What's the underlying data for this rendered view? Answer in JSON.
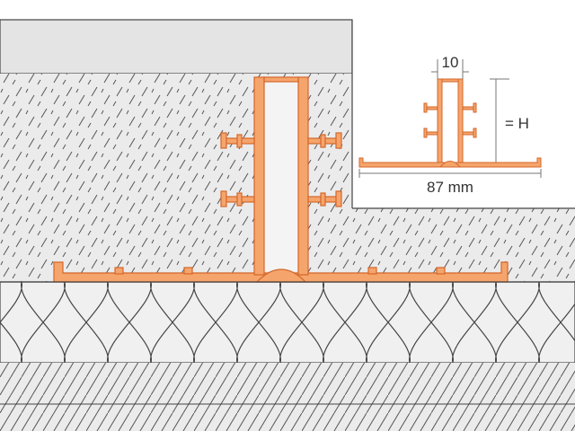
{
  "inset": {
    "width_label": "10",
    "height_label": "= H",
    "length_label": "87 mm"
  },
  "colors": {
    "profile_fill": "#f5a56c",
    "profile_stroke": "#d4662a",
    "screed_fill": "#ebebeb",
    "upper_layer_fill": "#e4e4e4",
    "insulation_fill": "#f0f0f0",
    "line": "#444444",
    "background": "#ffffff"
  },
  "layers": [
    "top-covering",
    "screed",
    "insulation",
    "base-slab"
  ]
}
